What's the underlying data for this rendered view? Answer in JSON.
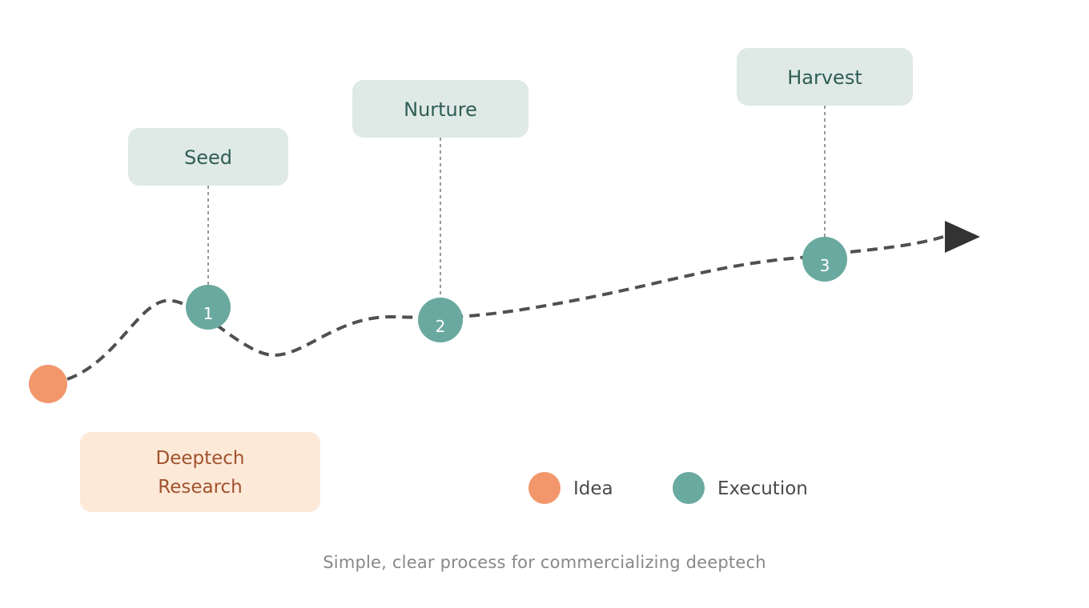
{
  "colors": {
    "idea": "#f2976c",
    "execution": "#6aa9a0",
    "stage_box": "#dfe9e5",
    "stage_text": "#2f5d55",
    "research_box": "#fde9d8",
    "research_text": "#a0522d",
    "path": "#505050",
    "arrow": "#333333",
    "caption": "#888888"
  },
  "stages": [
    {
      "label": "Seed",
      "number": "1"
    },
    {
      "label": "Nurture",
      "number": "2"
    },
    {
      "label": "Harvest",
      "number": "3"
    }
  ],
  "research": {
    "line1": "Deeptech",
    "line2": "Research"
  },
  "legend": {
    "idea": "Idea",
    "execution": "Execution"
  },
  "caption": "Simple, clear process for commercializing deeptech"
}
